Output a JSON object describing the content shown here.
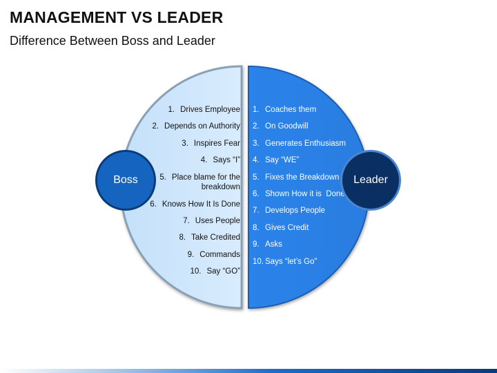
{
  "header": {
    "title": "MANAGEMENT VS LEADER",
    "subtitle": "Difference Between Boss and Leader"
  },
  "boss": {
    "label": "Boss",
    "color": "#1565c0",
    "items": [
      {
        "num": "1.",
        "text": "Drives Employee"
      },
      {
        "num": "2.",
        "text": "Depends on Authority"
      },
      {
        "num": "3.",
        "text": "Inspires Fear"
      },
      {
        "num": "4.",
        "text": "Says “I”"
      },
      {
        "num": "5.",
        "text": "Place blame for the",
        "text2": "breakdown"
      },
      {
        "num": "6.",
        "text": "Knows How It Is Done"
      },
      {
        "num": "7.",
        "text": "Uses People"
      },
      {
        "num": "8.",
        "text": "Take Credited"
      },
      {
        "num": "9.",
        "text": "Commands"
      },
      {
        "num": "10.",
        "text": "Say “GO”"
      }
    ]
  },
  "leader": {
    "label": "Leader",
    "color": "#0a2f63",
    "items": [
      {
        "num": "1.",
        "text": "Coaches them"
      },
      {
        "num": "2.",
        "text": "On Goodwill"
      },
      {
        "num": "3.",
        "text": "Generates Enthusiasm"
      },
      {
        "num": "4.",
        "text": "Say “WE”"
      },
      {
        "num": "5.",
        "text": "Fixes the Breakdown"
      },
      {
        "num": "6.",
        "text": "Shown How it is  Done"
      },
      {
        "num": "7.",
        "text": "Develops People"
      },
      {
        "num": "8.",
        "text": "Gives Credit"
      },
      {
        "num": "9.",
        "text": "Asks"
      },
      {
        "num": "10.",
        "text": "Says “let’s Go”"
      }
    ]
  },
  "colors": {
    "left_half": "#cfe6fb",
    "right_half": "#2f86ea"
  }
}
